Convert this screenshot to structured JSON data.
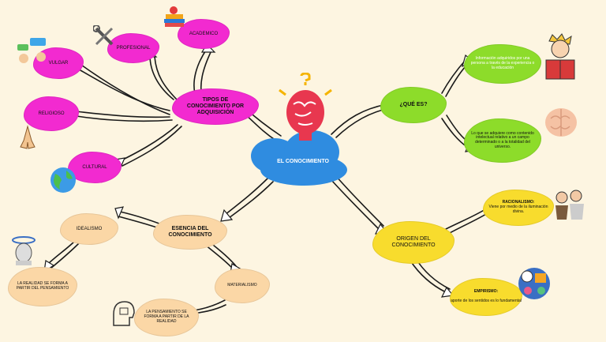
{
  "colors": {
    "background": "#fdf5e1",
    "magenta": "#f22ad0",
    "green": "#8ddc2a",
    "cream": "#fbd7a6",
    "yellow": "#f8dc2d",
    "center_blue": "#2f8ce0",
    "brain_red": "#e8374f"
  },
  "center": {
    "label": "EL CONOCIMIENTO",
    "icon": "brain-lightbulb-icon"
  },
  "tipos": {
    "title": "TIPOS DE CONOCIMIENTO POR ADQUISICIÓN",
    "items": [
      {
        "label": "ACADEMICO",
        "icon": "books-icon"
      },
      {
        "label": "PROFESIONAL",
        "icon": "tools-icon"
      },
      {
        "label": "VULGAR",
        "icon": "speech-bubbles-icon"
      },
      {
        "label": "RELIGIOSO",
        "icon": "praying-hands-icon"
      },
      {
        "label": "CULTURAL",
        "icon": "globe-icon"
      }
    ]
  },
  "que_es": {
    "title": "¿QUÉ ES?",
    "items": [
      {
        "text": "Información adquiridos por una persona a través de la experiencia o la educación",
        "icon": "reading-person-icon"
      },
      {
        "text": "Lo que se adquiere como contenido intelectual relativo a un campo determinado o a la totalidad del universo.",
        "icon": "brain-icon"
      }
    ]
  },
  "esencia": {
    "title": "ESENCIA DEL CONOCIMIENTO",
    "idealismo": "IDEALISMO",
    "idealismo_desc": "LA REALIDAD SE FORMA A PARTIR DEL PENSAMIENTO",
    "materialismo": "MATERIALISMO",
    "materialismo_desc": "LA PENSAMIENTO SE FORMA A PARTIR DE LA REALIDAD",
    "icons": [
      "meditating-head-icon",
      "thinking-head-icon"
    ]
  },
  "origen": {
    "title": "ORIGEN DEL CONOCIMIENTO",
    "racionalismo_title": "RACIONALISMO:",
    "racionalismo_text": "Viene por medio de la iluminación divina.",
    "empirismo_title": "EMPIRISMO:",
    "empirismo_text": "aporte de los sentidos es lo fundamental",
    "icons": [
      "philosophers-icon",
      "senses-icon"
    ]
  }
}
